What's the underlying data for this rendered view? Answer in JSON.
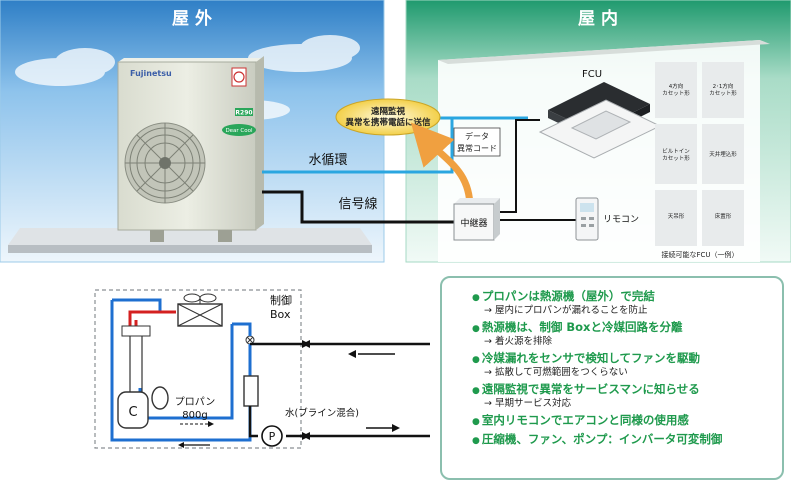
{
  "panels": {
    "outdoor_label": "屋 外",
    "indoor_label": "屋 内"
  },
  "outdoor_unit": {
    "brand": "Fujinetsu",
    "badge": "Dear Cool",
    "model_tag": "R290"
  },
  "callout": {
    "line1": "遠隔監視",
    "line2": "異常を携帯電話に送信"
  },
  "data_cord": {
    "line1": "データ",
    "line2": "異常コード"
  },
  "lines": {
    "water": "水循環",
    "signal": "信号線"
  },
  "fcu_label": "FCU",
  "relay_label": "中継器",
  "remote_label": "リモコン",
  "fcu_types": [
    {
      "line1": "4方向",
      "line2": "カセット形"
    },
    {
      "line1": "2･1方向",
      "line2": "カセット形"
    },
    {
      "line1": "ビルトイン",
      "line2": "カセット形"
    },
    {
      "line1": "天井埋込形",
      "line2": ""
    },
    {
      "line1": "天吊形",
      "line2": ""
    },
    {
      "line1": "床置形",
      "line2": ""
    }
  ],
  "fcu_caption": "接続可能なFCU（一例）",
  "schematic": {
    "control_box_line1": "制御",
    "control_box_line2": "Box",
    "compressor_letter": "C",
    "propane_line1": "プロパン",
    "propane_line2": "800g",
    "water_brine": "水(ブライン混合)",
    "pump_letter": "P"
  },
  "features": [
    {
      "main": "プロパンは熱源機（屋外）で完結",
      "sub": "→ 屋内にプロパンが漏れることを防止"
    },
    {
      "main": "熱源機は、制御 Boxと冷媒回路を分離",
      "sub": "→ 着火源を排除"
    },
    {
      "main": "冷媒漏れをセンサで検知してファンを駆動",
      "sub": "→ 拡散して可燃範囲をつくらない"
    },
    {
      "main": "遠隔監視で異常をサービスマンに知らせる",
      "sub": "→ 早期サービス対応"
    },
    {
      "main": "室内リモコンでエアコンと同様の使用感",
      "sub": ""
    },
    {
      "main": "圧縮機、ファン、ポンプ：インバータ可変制御",
      "sub": ""
    }
  ],
  "colors": {
    "sky_top": "#2f7fc6",
    "mint_top": "#1f9a6e",
    "water_line": "#2aa6e0",
    "signal_line": "#111111",
    "refrigerant_red": "#d42020",
    "refrigerant_blue": "#1e6fd0",
    "feature_green": "#1f9a4d"
  }
}
